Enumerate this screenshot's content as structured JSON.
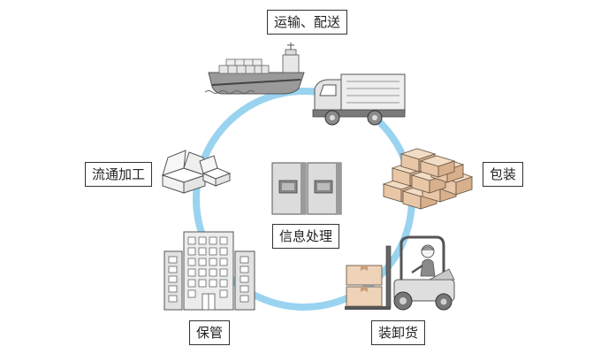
{
  "diagram": {
    "cycle_color": "#99d3f0",
    "stages": {
      "transport": "运输、配送",
      "packaging": "包装",
      "handling": "装卸货",
      "storage": "保管",
      "processing": "流通加工"
    },
    "center": "信息处理",
    "icons": {
      "transport": [
        "cargo-ship-icon",
        "delivery-truck-icon"
      ],
      "packaging": "stacked-boxes-icon",
      "handling": "forklift-icon",
      "storage": "warehouse-buildings-icon",
      "processing": "open-boxes-icon",
      "center": "server-cabinet-icon"
    }
  }
}
